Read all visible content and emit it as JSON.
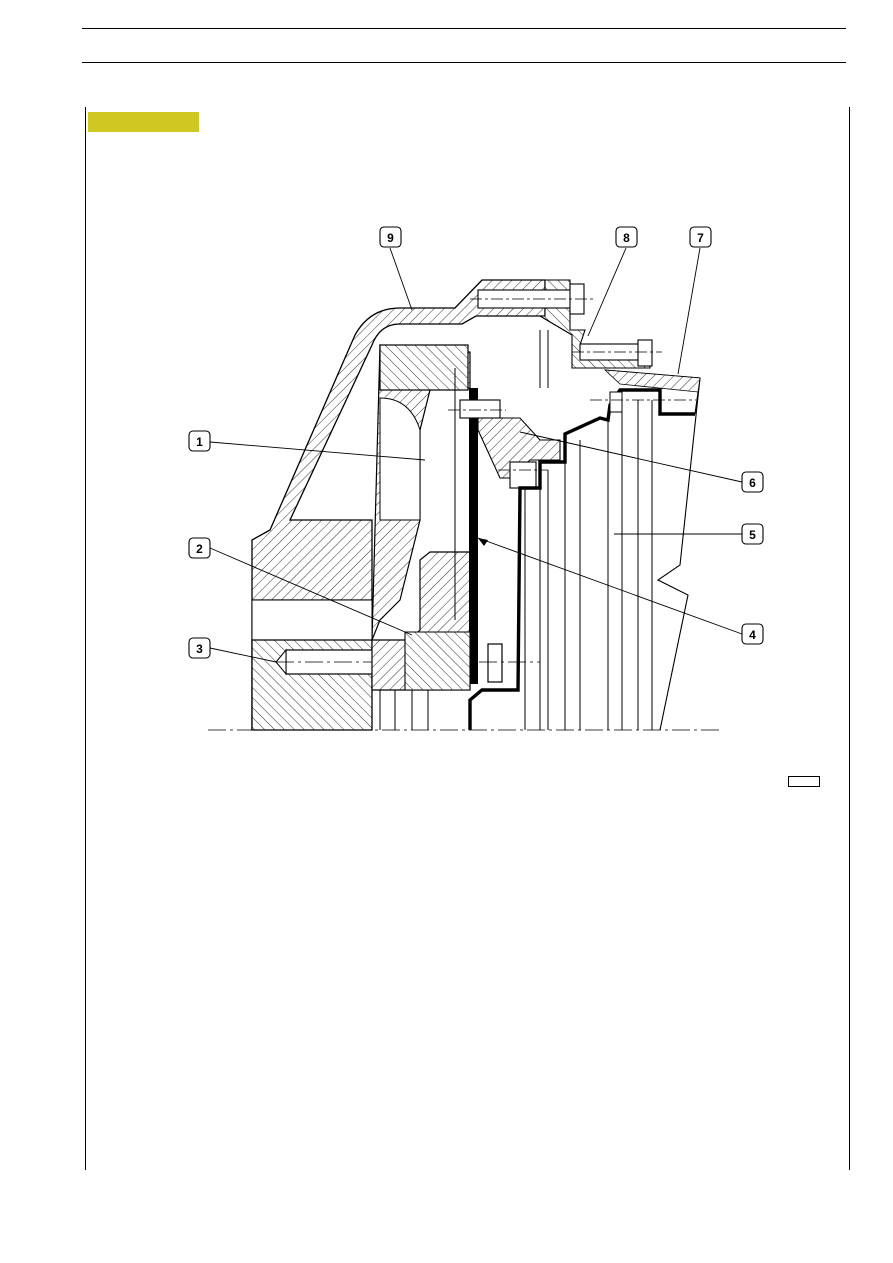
{
  "page": {
    "header_band": "",
    "section_tag": "",
    "figure_ref": ""
  },
  "figure": {
    "callouts": [
      {
        "id": "c1",
        "label": "1"
      },
      {
        "id": "c2",
        "label": "2"
      },
      {
        "id": "c3",
        "label": "3"
      },
      {
        "id": "c4",
        "label": "4"
      },
      {
        "id": "c5",
        "label": "5"
      },
      {
        "id": "c6",
        "label": "6"
      },
      {
        "id": "c7",
        "label": "7"
      },
      {
        "id": "c8",
        "label": "8"
      },
      {
        "id": "c9",
        "label": "9"
      }
    ]
  },
  "colors": {
    "tab": "#cfc722",
    "ink": "#000000"
  }
}
